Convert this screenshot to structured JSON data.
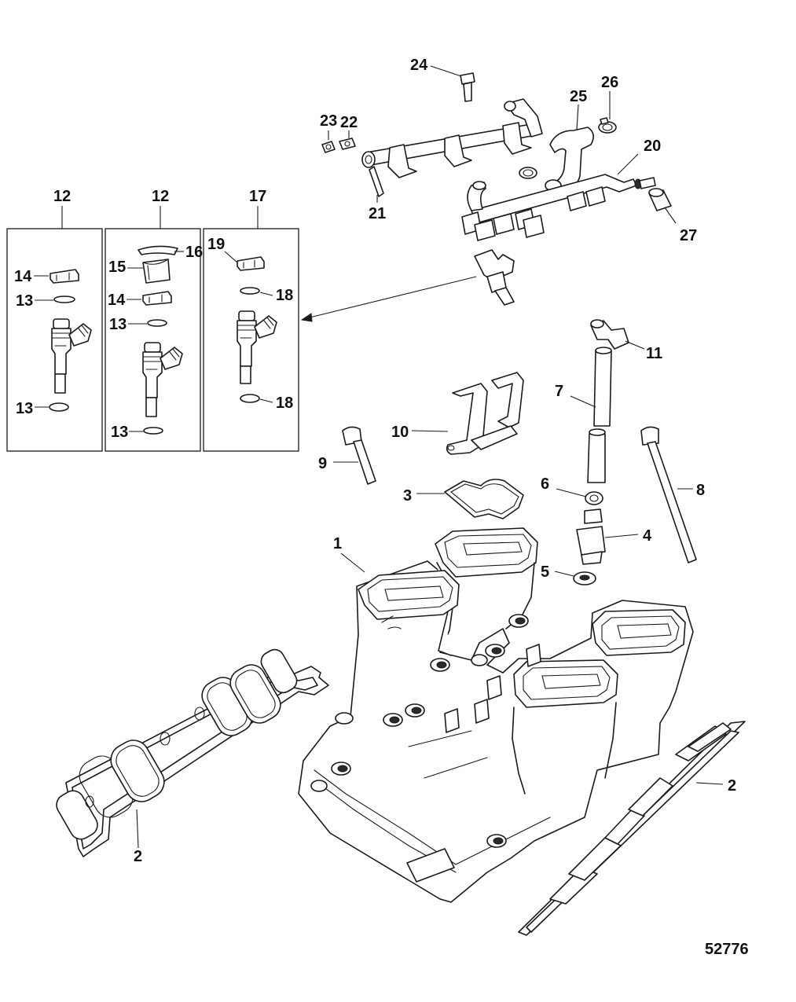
{
  "figure_id": "52776",
  "callouts": {
    "c1": "1",
    "c2a": "2",
    "c2b": "2",
    "c3": "3",
    "c4": "4",
    "c5": "5",
    "c6": "6",
    "c7": "7",
    "c8": "8",
    "c9": "9",
    "c10": "10",
    "c11": "11",
    "c12a": "12",
    "c12b": "12",
    "c13a": "13",
    "c13b": "13",
    "c13c": "13",
    "c13d": "13",
    "c14a": "14",
    "c14b": "14",
    "c15": "15",
    "c16": "16",
    "c17": "17",
    "c18a": "18",
    "c18b": "18",
    "c19": "19",
    "c20": "20",
    "c21": "21",
    "c22": "22",
    "c23": "23",
    "c24": "24",
    "c25": "25",
    "c26": "26",
    "c27": "27"
  }
}
